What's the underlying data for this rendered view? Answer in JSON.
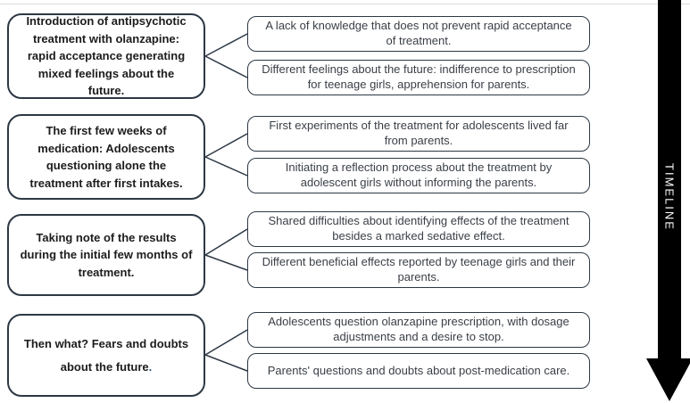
{
  "diagram": {
    "timeline_label": "TIMELINE",
    "colors": {
      "box_border": "#2d3844",
      "connector": "#2d3844",
      "arrow": "#000000",
      "left_text": "#1c1c1c",
      "right_text": "#3a3f46",
      "accent_period": "#2e5f8a"
    },
    "groups": [
      {
        "left": "Introduction of antipsychotic treatment with olanzapine: rapid acceptance generating mixed feelings about the future.",
        "right": [
          "A lack of knowledge that does not prevent rapid acceptance of treatment.",
          "Different feelings about the future: indifference to prescription for teenage girls, apprehension for parents."
        ]
      },
      {
        "left": "The first few weeks of medication: Adolescents questioning alone the treatment after first intakes.",
        "right": [
          "First experiments of the treatment for adolescents lived far from parents.",
          "Initiating a reflection process about the treatment by adolescent girls without informing the parents."
        ]
      },
      {
        "left": "Taking note of the results during the initial few months of treatment.",
        "right": [
          "Shared difficulties about identifying effects of the treatment besides a marked sedative effect.",
          "Different beneficial effects reported by teenage girls and their parents."
        ]
      },
      {
        "left": "Then what? Fears and doubts about the future",
        "left_suffix": ".",
        "right": [
          "Adolescents question olanzapine prescription, with dosage adjustments and a desire to stop.",
          "Parents' questions and doubts about post-medication care."
        ]
      }
    ]
  }
}
